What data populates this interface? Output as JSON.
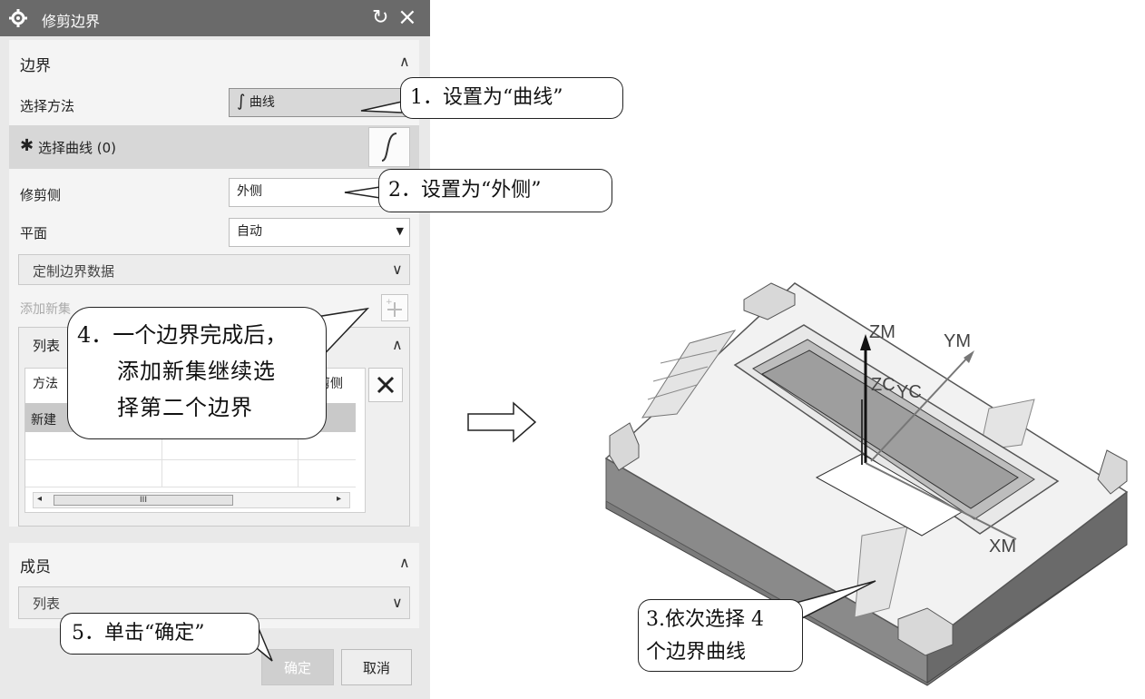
{
  "dialog": {
    "title": "修剪边界",
    "title_icons": [
      "gear-icon",
      "reset-icon",
      "close-icon"
    ],
    "boundary_section": {
      "title": "边界",
      "select_method": {
        "label": "选择方法",
        "value": "曲线"
      },
      "select_curve": {
        "label": "选择曲线 (0)"
      },
      "trim_side": {
        "label": "修剪侧",
        "value": "外侧"
      },
      "plane": {
        "label": "平面",
        "value": "自动"
      },
      "custom_boundary": {
        "label": "定制边界数据"
      },
      "add_new_set": {
        "label": "添加新集"
      },
      "list": {
        "title": "列表",
        "columns": [
          "方法",
          "修剪侧"
        ],
        "rows": [
          {
            "method": "新建"
          }
        ],
        "scroll_thumb": "III"
      }
    },
    "members_section": {
      "title": "成员",
      "list_label": "列表"
    },
    "buttons": {
      "ok": "确定",
      "cancel": "取消"
    }
  },
  "callouts": {
    "step1": "1．设置为“曲线”",
    "step2": "2．设置为“外侧”",
    "step3_line1": "3.依次选择 4",
    "step3_line2": "个边界曲线",
    "step4_line1": "4．一个边界完成后，",
    "step4_line2": "添加新集继续选",
    "step4_line3": "择第二个边界",
    "step5": "5．单击“确定”"
  },
  "model": {
    "axes": {
      "zm": "ZM",
      "ym": "YM",
      "zc": "ZC",
      "yc": "YC",
      "xm": "XM"
    }
  },
  "colors": {
    "titlebar": "#6a6a6a",
    "panel": "#f4f4f4",
    "selected_row": "#c9c9c9",
    "model_side": "#7b7b7b"
  }
}
